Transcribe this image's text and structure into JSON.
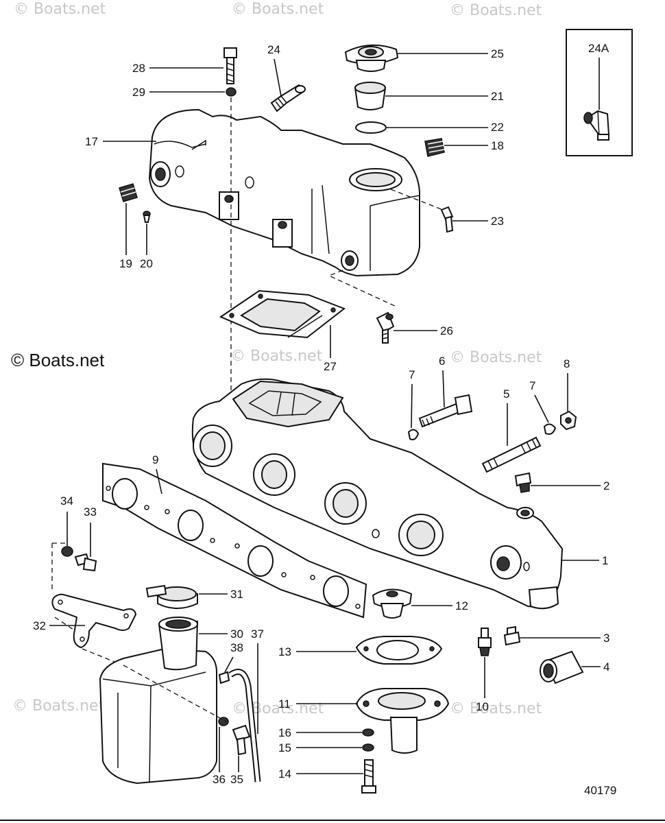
{
  "watermark": "© Boats.net",
  "figure_number": "40179",
  "inset_label": "24A",
  "callouts": {
    "c1": "1",
    "c2": "2",
    "c3": "3",
    "c4": "4",
    "c5": "5",
    "c6": "6",
    "c7a": "7",
    "c7b": "7",
    "c8": "8",
    "c9": "9",
    "c10": "10",
    "c11": "11",
    "c12": "12",
    "c13": "13",
    "c14": "14",
    "c15": "15",
    "c16": "16",
    "c17": "17",
    "c18": "18",
    "c19": "19",
    "c20": "20",
    "c21": "21",
    "c22": "22",
    "c23": "23",
    "c24": "24",
    "c25": "25",
    "c26": "26",
    "c27": "27",
    "c28": "28",
    "c29": "29",
    "c30": "30",
    "c31": "31",
    "c32": "32",
    "c33": "33",
    "c34": "34",
    "c35": "35",
    "c36": "36",
    "c37": "37",
    "c38": "38"
  }
}
